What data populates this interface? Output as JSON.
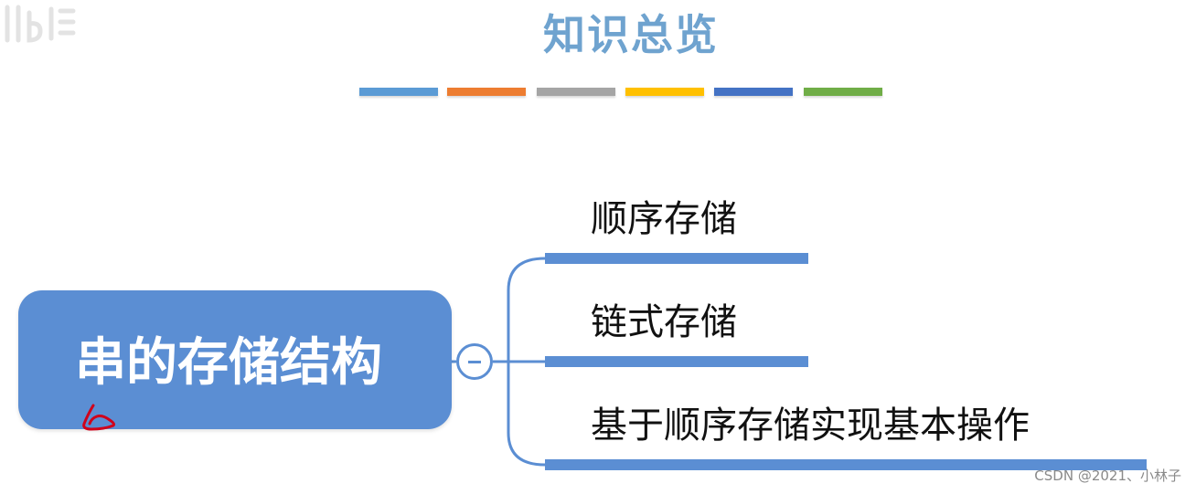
{
  "title": "知识总览",
  "color_bars": [
    {
      "color": "#5b9bd5"
    },
    {
      "color": "#ed7d31"
    },
    {
      "color": "#a5a5a5"
    },
    {
      "color": "#ffc000"
    },
    {
      "color": "#4472c4"
    },
    {
      "color": "#70ad47"
    }
  ],
  "mindmap": {
    "root": {
      "label": "串的存储结构",
      "color": "#5b8ed3"
    },
    "branches": [
      {
        "label": "顺序存储"
      },
      {
        "label": "链式存储"
      },
      {
        "label": "基于顺序存储实现基本操作"
      }
    ]
  },
  "watermark": "CSDN @2021、小林子"
}
